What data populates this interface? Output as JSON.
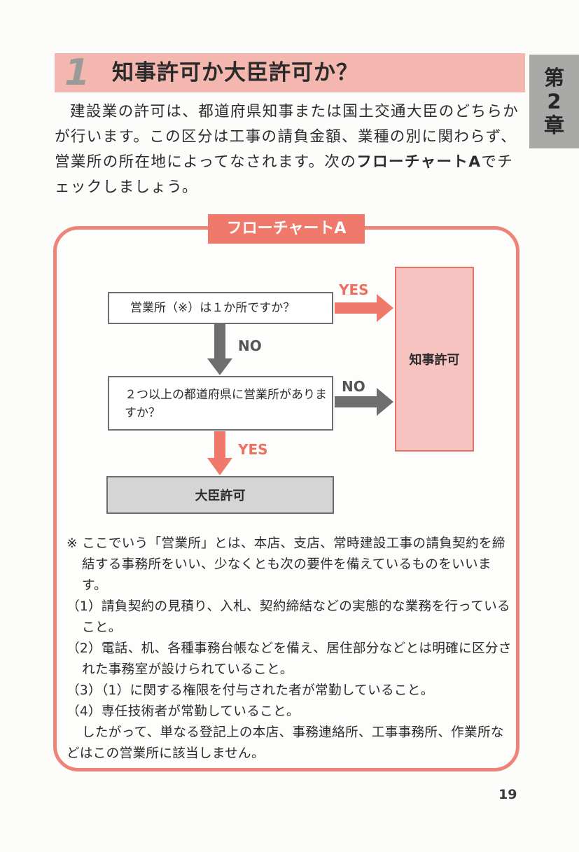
{
  "section": {
    "number": "1",
    "title": "知事許可か大臣許可か？"
  },
  "chapter_tab": {
    "prefix": "第",
    "number": "2",
    "suffix": "章"
  },
  "intro": {
    "text_before": "建設業の許可は、都道府県知事または国土交通大臣のどちらかが行います。この区分は工事の請負金額、業種の別に関わらず、営業所の所在地によってなされます。次の",
    "highlight": "フローチャートA",
    "text_after": "でチェックしましょう。"
  },
  "flowchart": {
    "label": "フローチャートA",
    "question1": "営業所（※）は１か所ですか？",
    "question2": "２つ以上の都道府県に営業所がありますか？",
    "yes1": "YES",
    "no1": "NO",
    "no2": "NO",
    "yes2": "YES",
    "result_governor": "知事許可",
    "result_minister": "大臣許可"
  },
  "note": {
    "intro": "※ ここでいう「営業所」とは、本店、支店、常時建設工事の請負契約を締結する事務所をいい、少なくとも次の要件を備えているものをいいます。",
    "items": [
      "（1）請負契約の見積り、入札、契約締結などの実態的な業務を行っていること。",
      "（2）電話、机、各種事務台帳などを備え、居住部分などとは明確に区分された事務室が設けられていること。",
      "（3）（1）に関する権限を付与された者が常勤していること。",
      "（4）専任技術者が常勤していること。"
    ],
    "conclusion": "したがって、単なる登記上の本店、事務連絡所、工事事務所、作業所などはこの営業所に該当しません。"
  },
  "page_number": "19",
  "colors": {
    "accent": "#ef7a6c",
    "title_bar": "#f4b7b0",
    "governor_box": "#f7c3c0",
    "minister_box": "#d5d5d5",
    "chapter_tab": "#a9aaa8"
  }
}
